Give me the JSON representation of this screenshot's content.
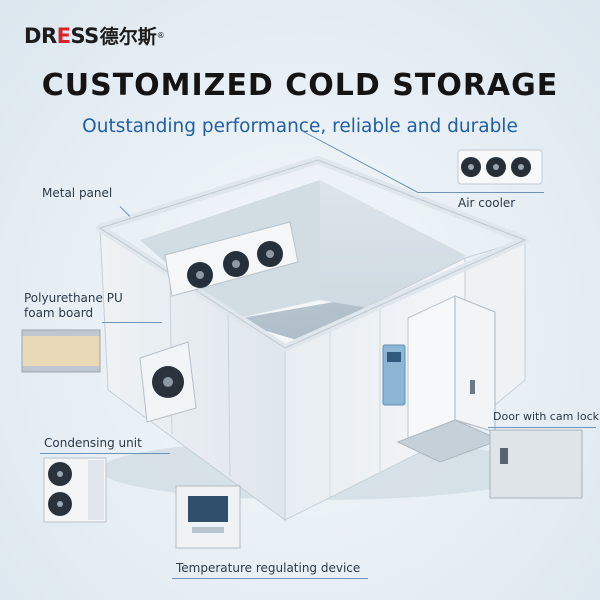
{
  "brand": {
    "logo_latin": "DRESS",
    "logo_cn": "德尔斯",
    "logo_mark": "®",
    "accent_red": "#d8232a"
  },
  "header": {
    "title": "CUSTOMIZED COLD STORAGE",
    "subtitle": "Outstanding performance, reliable and durable",
    "subtitle_color": "#1f5fa6"
  },
  "callouts": {
    "metal_panel": "Metal panel",
    "air_cooler": "Air cooler",
    "pu_foam": "Polyurethane PU\nfoam board",
    "condensing_unit": "Condensing unit",
    "door": "Door with cam lock",
    "temperature_device": "Temperature regulating device"
  },
  "icons": [
    "fan-icon",
    "controller-icon",
    "door-icon"
  ]
}
